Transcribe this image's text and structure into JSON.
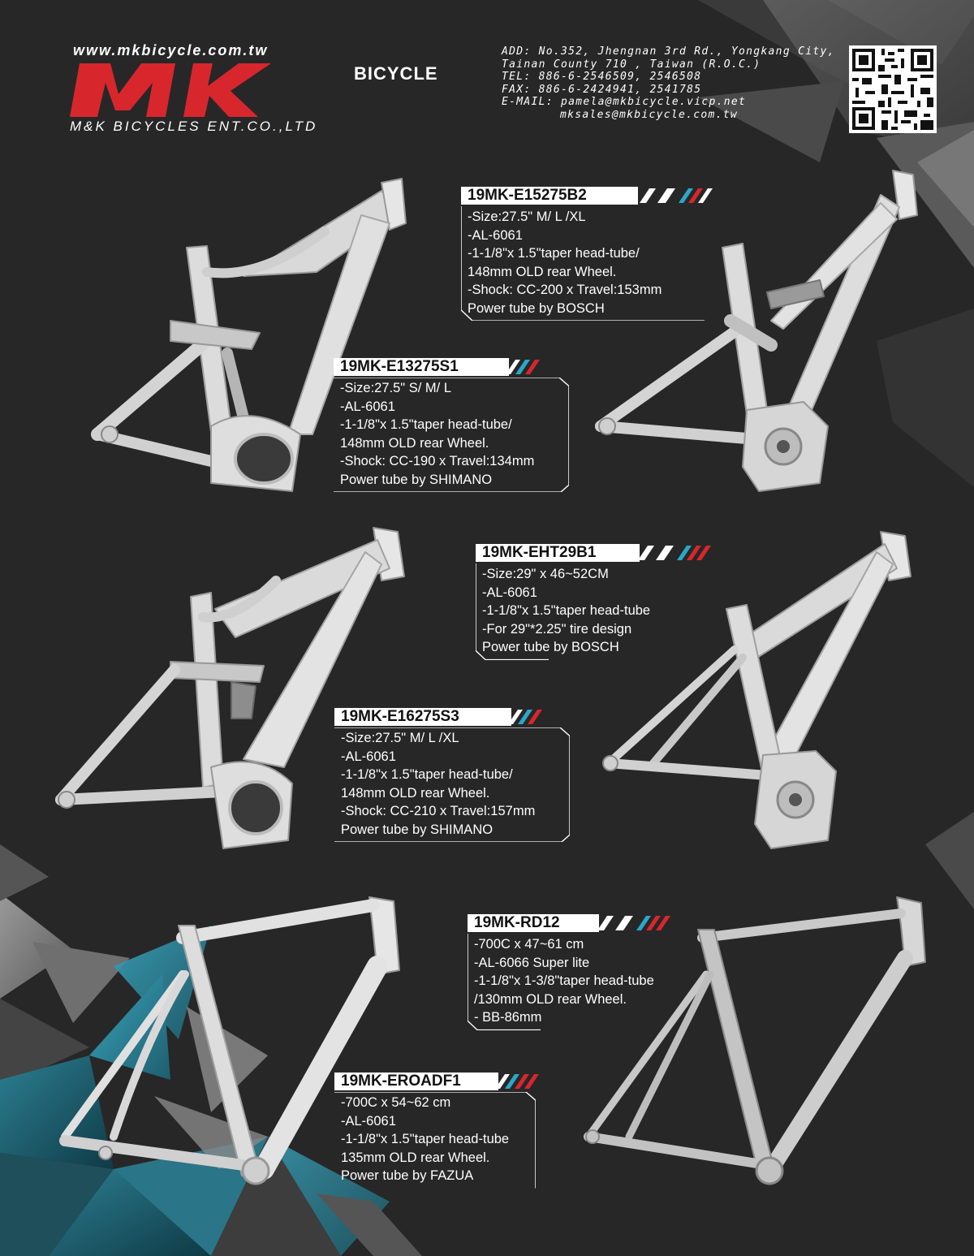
{
  "header": {
    "website": "www.mkbicycle.com.tw",
    "logo_text": "MK",
    "brand_word": "BICYCLE",
    "company": "M&K BICYCLES ENT.CO.,LTD",
    "contact": {
      "address_line1": "ADD: No.352, Jhengnan 3rd Rd., Yongkang City,",
      "address_line2": "Tainan County 710 , Taiwan (R.O.C.)",
      "tel": "TEL: 886-6-2546509, 2546508",
      "fax": "FAX: 886-6-2424941, 2541785",
      "email1": "E-MAIL: pamela@mkbicycle.vicp.net",
      "email2": "mksales@mkbicycle.com.tw"
    }
  },
  "products": [
    {
      "model": "19MK-E15275B2",
      "specs": [
        "-Size:27.5\" M/ L /XL",
        "-AL-6061",
        "-1-1/8\"x 1.5\"taper head-tube/",
        "148mm OLD rear Wheel.",
        "-Shock: CC-200 x Travel:153mm",
        "Power tube by BOSCH"
      ]
    },
    {
      "model": "19MK-E13275S1",
      "specs": [
        "-Size:27.5\" S/ M/ L",
        "-AL-6061",
        "-1-1/8\"x 1.5\"taper head-tube/",
        "148mm OLD rear Wheel.",
        "-Shock: CC-190 x Travel:134mm",
        "Power tube by SHIMANO"
      ]
    },
    {
      "model": "19MK-EHT29B1",
      "specs": [
        "-Size:29\" x 46~52CM",
        "-AL-6061",
        "-1-1/8\"x 1.5\"taper head-tube",
        "-For 29\"*2.25\" tire design",
        "Power tube by BOSCH"
      ]
    },
    {
      "model": "19MK-E16275S3",
      "specs": [
        "-Size:27.5\" M/ L /XL",
        "-AL-6061",
        "-1-1/8\"x 1.5\"taper head-tube/",
        "148mm OLD rear Wheel.",
        "-Shock: CC-210 x Travel:157mm",
        "Power tube by SHIMANO"
      ]
    },
    {
      "model": "19MK-RD12",
      "specs": [
        "-700C x 47~61 cm",
        "-AL-6066 Super lite",
        "-1-1/8\"x 1-3/8\"taper head-tube",
        "/130mm OLD rear Wheel.",
        "- BB-86mm"
      ]
    },
    {
      "model": "19MK-EROADF1",
      "specs": [
        "-700C x 54~62 cm",
        "-AL-6061",
        "-1-1/8\"x 1.5\"taper head-tube",
        "135mm OLD rear Wheel.",
        "Power tube by FAZUA"
      ]
    }
  ],
  "colors": {
    "background": "#272727",
    "logo_red": "#d8262d",
    "stripe_red": "#d8262d",
    "stripe_blue": "#2aa7c9",
    "teal_shards": "#2d8fa6"
  }
}
